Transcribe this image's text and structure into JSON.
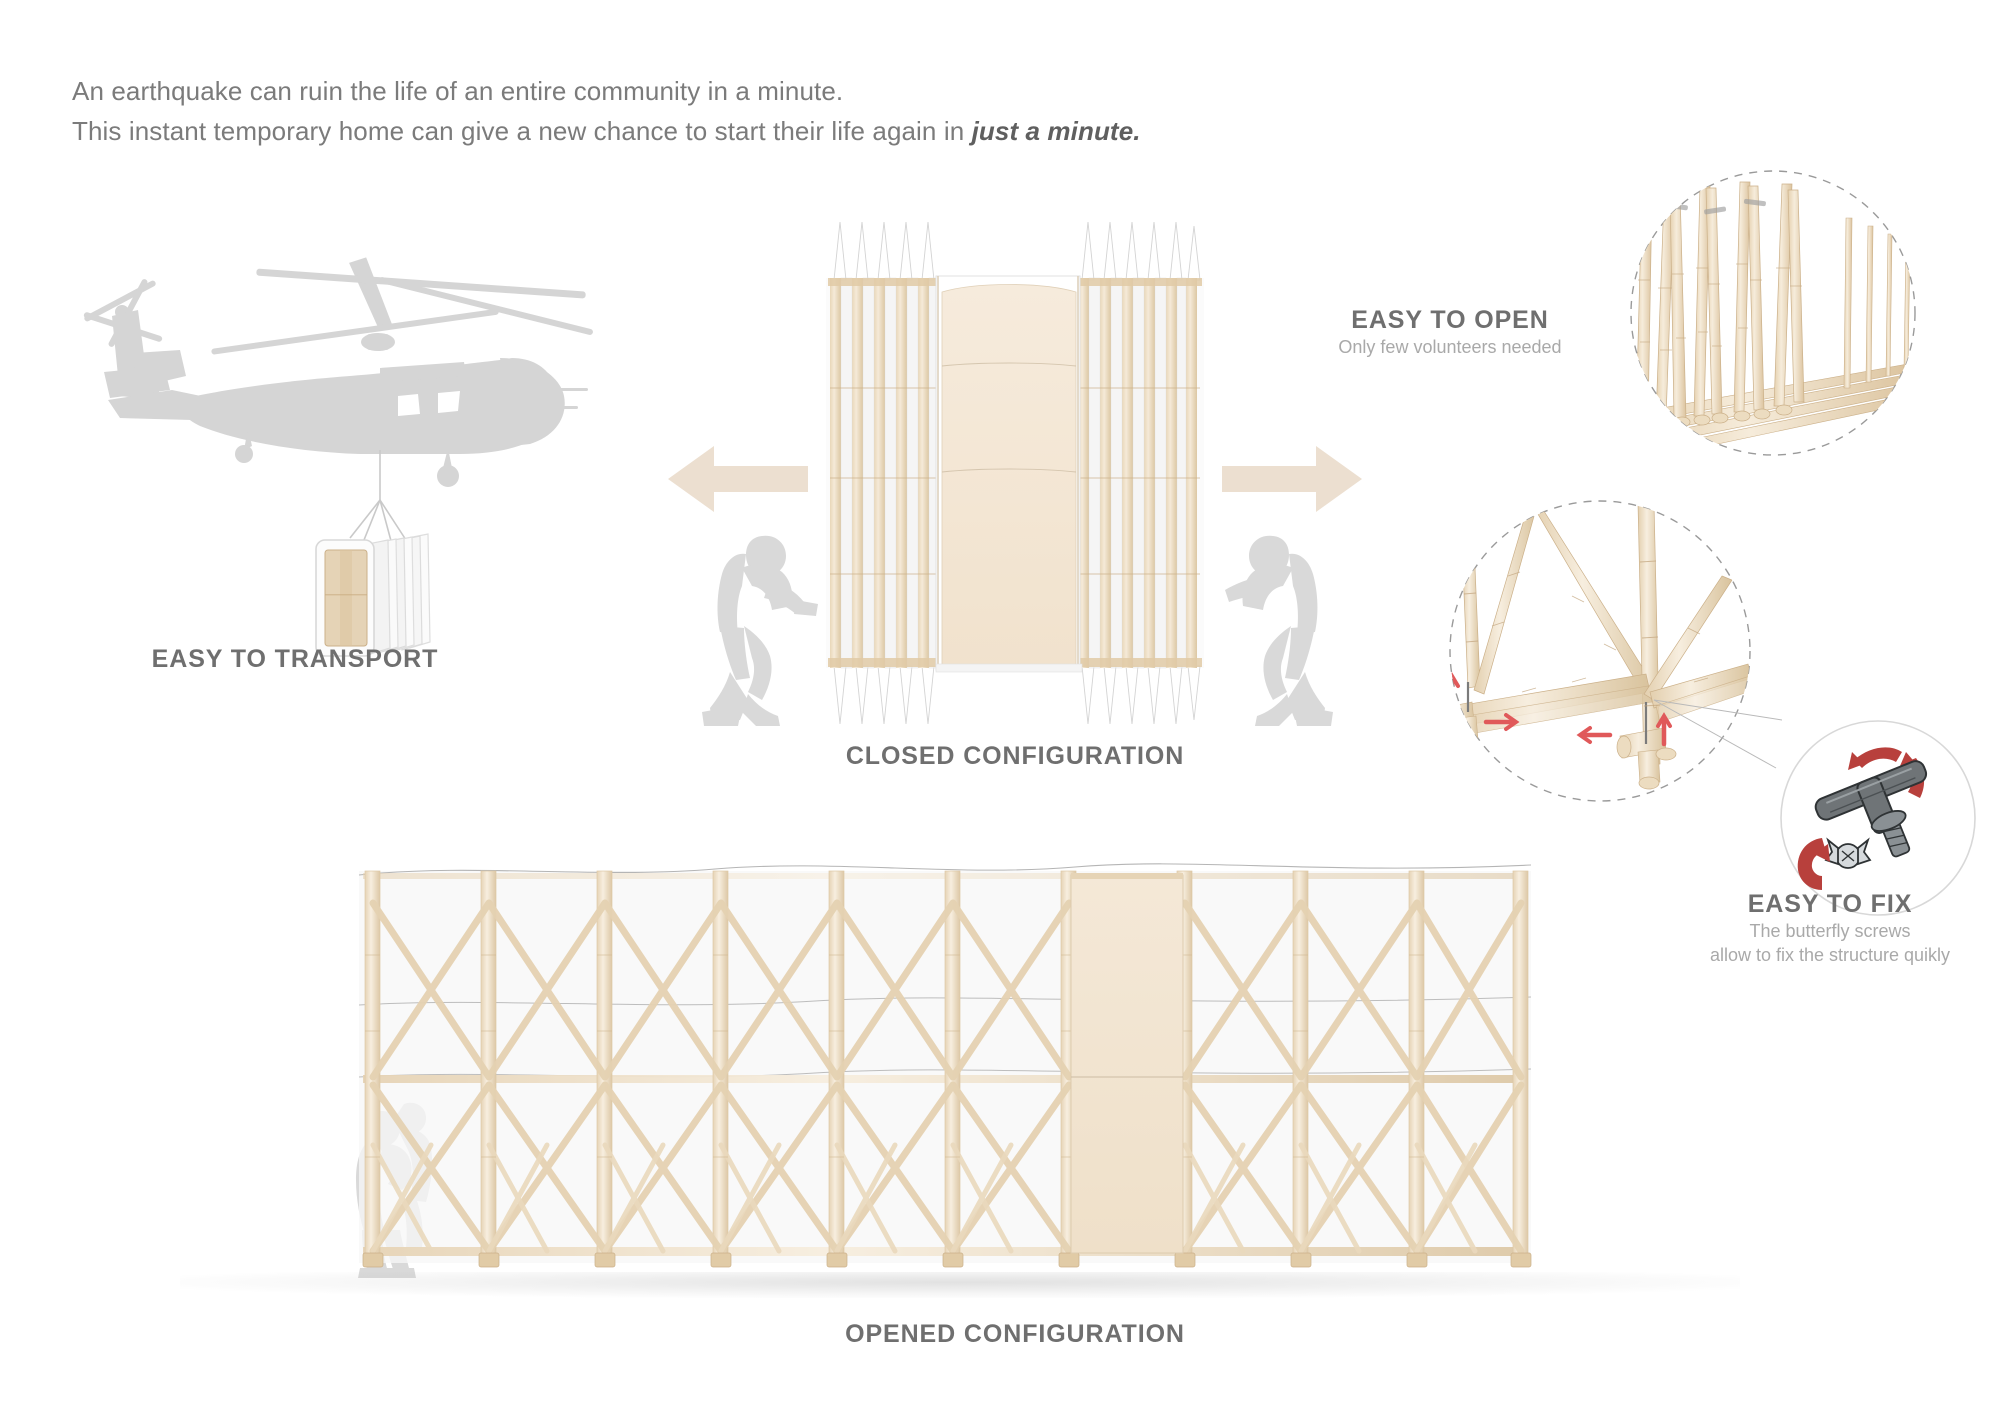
{
  "intro": {
    "line1": "An earthquake can ruin the life of an entire community in a minute.",
    "line2_before": "This instant temporary home can give a new chance to start their life again in ",
    "line2_emphasis": "just a minute."
  },
  "transport": {
    "title": "EASY TO TRANSPORT",
    "icon": "helicopter-sling-load"
  },
  "closed": {
    "title": "CLOSED CONFIGURATION",
    "arrow_left": "arrow-left-icon",
    "arrow_right": "arrow-right-icon",
    "person_left": "person-pulling-silhouette",
    "person_right": "person-pushing-silhouette"
  },
  "opened": {
    "title": "OPENED CONFIGURATION",
    "scale_figure": "person-holding-child-silhouette"
  },
  "easy_to_open": {
    "title": "EASY TO OPEN",
    "subtitle": "Only few volunteers needed"
  },
  "easy_to_fix": {
    "title": "EASY TO FIX",
    "subtitle_line1": "The butterfly screws",
    "subtitle_line2": "allow to fix the structure quikly"
  },
  "colors": {
    "text_body": "#7b7b7b",
    "text_heading": "#6f6f6f",
    "text_subtle": "#a9a9a9",
    "bamboo_light": "#f0e3cd",
    "bamboo_mid": "#e3cfae",
    "bamboo_dark": "#cbb089",
    "fabric_panel": "#f3e6d5",
    "arrow_beige": "#ecdfd0",
    "silhouette_gray": "#d6d6d6",
    "accent_red": "#c0392f",
    "tool_gray": "#6a6f72",
    "dashed_circle": "#9a9a9a",
    "background": "#ffffff"
  },
  "structure": {
    "closed_fold_count_left": 5,
    "closed_fold_count_right": 6,
    "opened_bay_count": 10,
    "opened_levels": 2
  }
}
